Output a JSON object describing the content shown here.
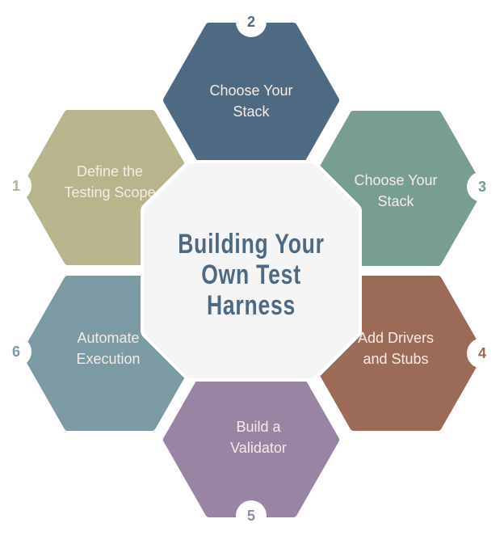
{
  "title_lines": [
    "Building Your",
    "Own Test",
    "Harness"
  ],
  "colors": {
    "center_fill": "#f5f5f5",
    "title": "#4d6a82",
    "label": "#f7ebe3"
  },
  "steps": [
    {
      "number": "1",
      "lines": [
        "Define the",
        "Testing Scope"
      ],
      "color": "#b8b48b"
    },
    {
      "number": "2",
      "lines": [
        "Choose Your",
        "Stack"
      ],
      "color": "#4d6a82"
    },
    {
      "number": "3",
      "lines": [
        "Choose Your",
        "Stack"
      ],
      "color": "#789e94"
    },
    {
      "number": "4",
      "lines": [
        "Add Drivers",
        "and Stubs"
      ],
      "color": "#9c6b58"
    },
    {
      "number": "5",
      "lines": [
        "Build a",
        "Validator"
      ],
      "color": "#9a84a3"
    },
    {
      "number": "6",
      "lines": [
        "Automate",
        "Execution"
      ],
      "color": "#7b9aa3"
    }
  ]
}
